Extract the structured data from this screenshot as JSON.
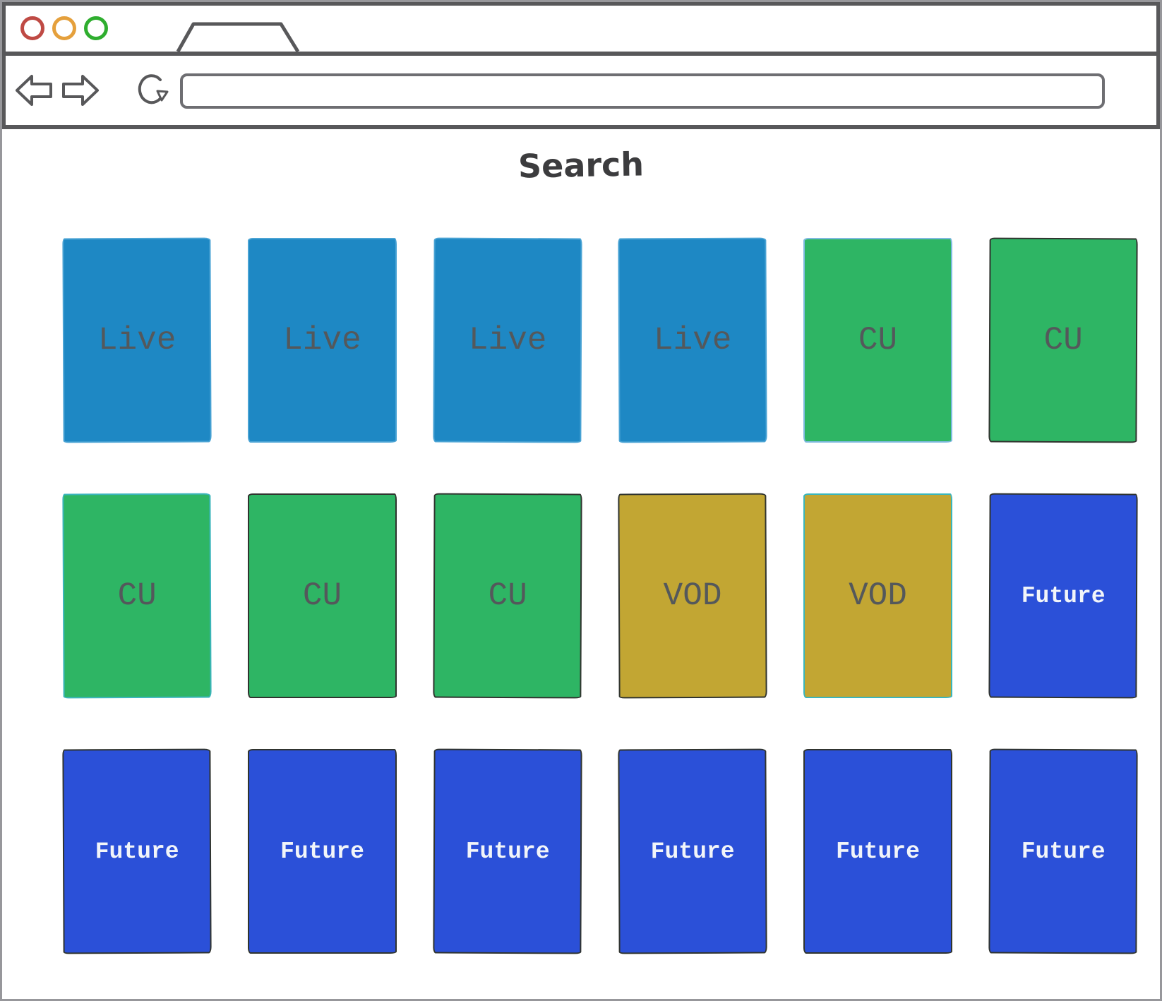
{
  "page": {
    "title": "Search"
  },
  "browser": {
    "traffic_lights": [
      {
        "icon": "close-window-icon",
        "color_key": "red"
      },
      {
        "icon": "minimize-window-icon",
        "color_key": "orange"
      },
      {
        "icon": "zoom-window-icon",
        "color_key": "green"
      }
    ],
    "tab_icon": "browser-tab",
    "back_icon": "back-arrow-icon",
    "forward_icon": "forward-arrow-icon",
    "reload_icon": "reload-icon",
    "url": {
      "value": "",
      "placeholder": ""
    }
  },
  "colors": {
    "live": "#1e88c4",
    "cu": "#2eb564",
    "vod": "#c2a633",
    "future": "#2b50d8",
    "text_dark": "#54585b",
    "text_light": "#f2f5f9",
    "edge_blue": "#4aa3d4",
    "edge_lightblue": "#7db9de",
    "edge_teal": "#3bb5bb",
    "edge_dark": "#30342f",
    "traffic_red": "#bf4a44",
    "traffic_orange": "#e5a03c",
    "traffic_green": "#2fae2f"
  },
  "cards": [
    {
      "label": "Live",
      "type": "live",
      "edge": "blue"
    },
    {
      "label": "Live",
      "type": "live",
      "edge": "blue"
    },
    {
      "label": "Live",
      "type": "live",
      "edge": "blue"
    },
    {
      "label": "Live",
      "type": "live",
      "edge": "blue"
    },
    {
      "label": "CU",
      "type": "cu",
      "edge": "lightblue"
    },
    {
      "label": "CU",
      "type": "cu",
      "edge": "dark"
    },
    {
      "label": "CU",
      "type": "cu",
      "edge": "teal"
    },
    {
      "label": "CU",
      "type": "cu",
      "edge": "dark"
    },
    {
      "label": "CU",
      "type": "cu",
      "edge": "dark"
    },
    {
      "label": "VOD",
      "type": "vod",
      "edge": "dark"
    },
    {
      "label": "VOD",
      "type": "vod",
      "edge": "teal"
    },
    {
      "label": "Future",
      "type": "future",
      "edge": "dark"
    },
    {
      "label": "Future",
      "type": "future",
      "edge": "dark"
    },
    {
      "label": "Future",
      "type": "future",
      "edge": "dark"
    },
    {
      "label": "Future",
      "type": "future",
      "edge": "dark"
    },
    {
      "label": "Future",
      "type": "future",
      "edge": "dark"
    },
    {
      "label": "Future",
      "type": "future",
      "edge": "dark"
    },
    {
      "label": "Future",
      "type": "future",
      "edge": "dark"
    }
  ]
}
